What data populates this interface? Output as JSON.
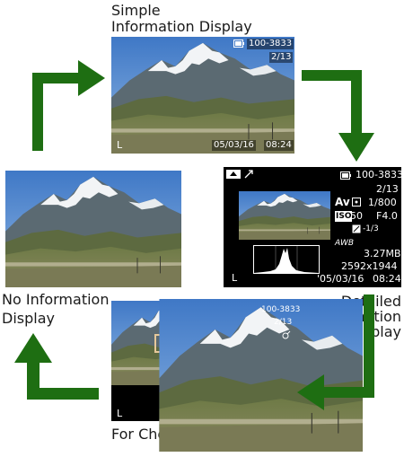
{
  "labels": {
    "simple_line1": "Simple",
    "simple_line2": "Information Display",
    "detailed_line1": "Detailed",
    "detailed_line2": "Information",
    "detailed_line3": "Display",
    "focus": "For Checking Focus",
    "noinfo_line1": "No Information",
    "noinfo_line2": "Display"
  },
  "simple": {
    "folder_file": "100-3833",
    "count": "2/13",
    "quality": "L",
    "date": "05/03/16",
    "time": "08:24"
  },
  "detailed": {
    "folder_file": "100-3833",
    "count": "2/13",
    "mode": "Av",
    "shutter": "1/800",
    "iso_label": "ISO",
    "iso": "50",
    "aperture": "F4.0",
    "exposure_comp": "-1/3",
    "wb": "AWB",
    "size": "3.27MB",
    "resolution": "2592x1944",
    "quality": "L",
    "date": "'05/03/16",
    "time": "08:24"
  },
  "focus": {
    "folder_file": "100-3833",
    "count": "2/13",
    "quality": "L"
  },
  "icons": [
    "battery-icon",
    "protect-icon",
    "transfer-icon",
    "metering-icon",
    "exposure-comp-icon",
    "histogram",
    "zoom-icon",
    "cycle-arrow-icon"
  ],
  "colors": {
    "arrow_green": "#1e6e12",
    "screen_black": "#000000"
  }
}
